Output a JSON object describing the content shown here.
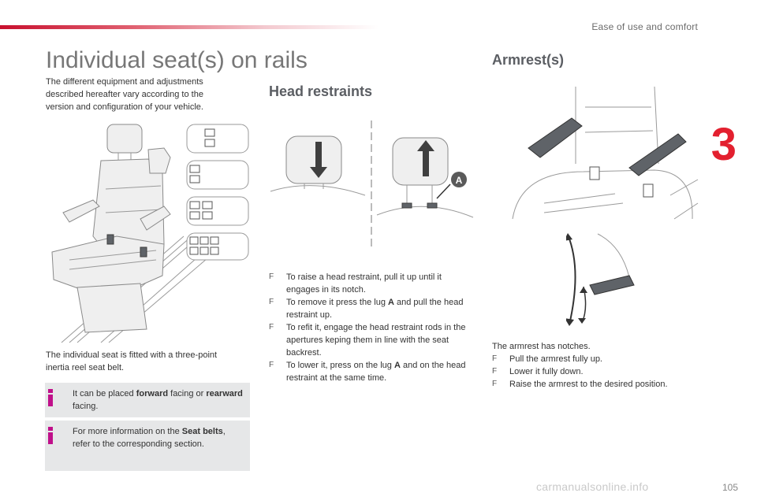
{
  "header": {
    "section_label": "Ease of use and comfort",
    "chapter_number": "3"
  },
  "page": {
    "title": "Individual seat(s) on rails",
    "number": "105"
  },
  "intro": "The different equipment and adjustments described hereafter vary according to the version and configuration of your vehicle.",
  "seat_text": "The individual seat is fitted with a three-point inertia reel seat belt.",
  "info_boxes": [
    {
      "pre": "It can be placed ",
      "bold1": "forward",
      "mid": " facing or ",
      "bold2": "rearward",
      "post": " facing."
    },
    {
      "pre": "For more information on the ",
      "bold1": "Seat belts",
      "mid": ",",
      "bold2": "",
      "post": " refer to the corresponding section."
    }
  ],
  "head_restraints": {
    "heading": "Head restraints",
    "lug_label": "A",
    "steps": [
      {
        "text": "To raise a head restraint, pull it up until it engages in its notch."
      },
      {
        "pre": "To remove it press the lug ",
        "bold": "A",
        "post": " and pull the head restraint up."
      },
      {
        "text": "To refit it, engage the head restraint rods in the apertures keping them in line with the seat backrest."
      },
      {
        "pre": "To lower it, press on the lug ",
        "bold": "A",
        "post": " and on the head restraint at the same time."
      }
    ]
  },
  "armrests": {
    "heading": "Armrest(s)",
    "intro": "The armrest has notches.",
    "steps": [
      "Pull the armrest fully up.",
      "Lower it fully down.",
      "Raise the armrest to the desired position."
    ]
  },
  "watermark": "carmanualsonline.info",
  "bullet_glyph": "F",
  "colors": {
    "accent": "#e3202f",
    "info_mark": "#c0108a",
    "info_bg": "#e6e7e8"
  }
}
